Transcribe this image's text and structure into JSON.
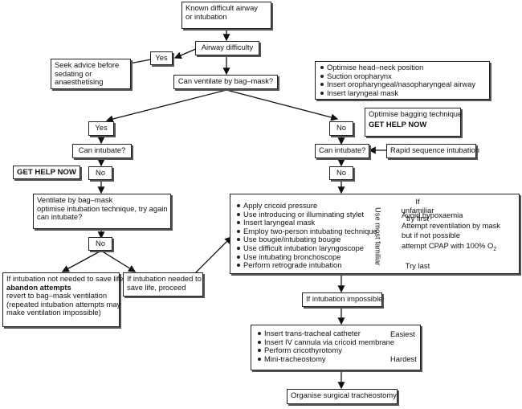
{
  "start": {
    "line1": "Known difficult airway",
    "line2": "or intubation"
  },
  "airway_difficulty": "Airway difficulty",
  "yes_top": "Yes",
  "seek_advice": {
    "line1": "Seek advice before",
    "line2": "sedating or",
    "line3": "anaesthetising"
  },
  "can_ventilate": "Can ventilate by bag–mask?",
  "top_right_list": [
    "Optimise head–neck position",
    "Suction oropharynx",
    "Insert oropharyngeal/nasopharyngeal airway",
    "Insert laryngeal mask"
  ],
  "left": {
    "yes": "Yes",
    "can_intubate": "Can intubate?",
    "get_help": "GET HELP NOW",
    "no": "No",
    "ventilate": {
      "line1": "Ventilate by bag–mask",
      "line2": "optimise intubation technique, try again",
      "line3": "can intubate?"
    },
    "no2": "No",
    "abandon": {
      "line1": "If intubation not needed to save life",
      "line2": "abandon attempts",
      "line3": "revert to bag–mask ventilation",
      "line4": "(repeated intubation attempts may",
      "line5": "make ventilation impossible)"
    },
    "proceed": {
      "line1": "If intubation needed to",
      "line2": "save life, proceed"
    }
  },
  "right": {
    "no": "No",
    "optimise_bagging": "Optimise bagging technique",
    "get_help": "GET HELP NOW",
    "can_intubate": "Can intubate?",
    "rsi": "Rapid sequence intubation",
    "no2": "No",
    "techniques": [
      "Apply cricoid pressure",
      "Use introducing or illuminating stylet",
      "Insert laryngeal mask",
      "Employ two-person intubating technique",
      "Use bougie/intubating bougie",
      "Use difficult intubation laryngoscope",
      "Use intubating bronchoscope",
      "Perform retrograde intubation"
    ],
    "use_most_familiar": "Use most familiar",
    "if_unfamiliar": {
      "line1": "If",
      "line2": "unfamiliar",
      "line3": "try first"
    },
    "try_last": "Try last",
    "avoid": {
      "line1": "Avoid hypoxaemia",
      "line2": "Attempt reventilation by mask",
      "line3": "but if not possible",
      "line4_prefix": "attempt CPAP with 100% O",
      "line4_sub": "2"
    },
    "impossible": "If intubation impossible",
    "surgical_list": [
      "Insert trans-tracheal catheter",
      "Insert IV cannula via cricoid membrane",
      "Perform cricothyrotomy",
      "Mini-tracheostomy"
    ],
    "easiest": "Easiest",
    "hardest": "Hardest",
    "tracheostomy": "Organise surgical tracheostomy"
  }
}
